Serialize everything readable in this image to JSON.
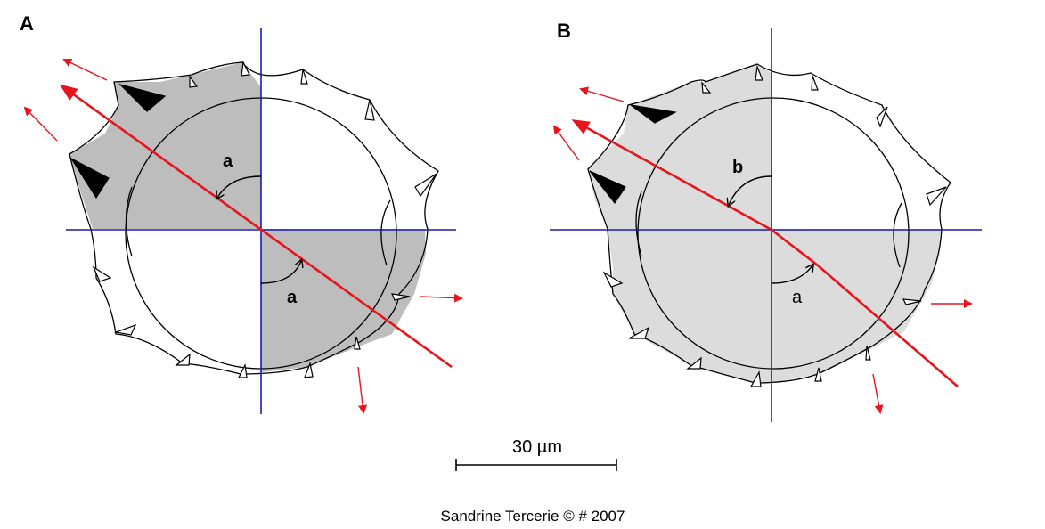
{
  "panels": [
    {
      "label": "A",
      "angle_top_label": "a",
      "angle_bottom_label": "a"
    },
    {
      "label": "B",
      "angle_top_label": "b",
      "angle_bottom_label": "a"
    }
  ],
  "scale_bar": {
    "label": "30 µm"
  },
  "credit": "Sandrine Tercerie © # 2007",
  "colors": {
    "panel_a_shading": "#bdbdbd",
    "panel_b_shading": "#dcdcdc",
    "axes": "#1a1ab4",
    "rays": "#e8141c",
    "outline": "#000000"
  },
  "icons": [
    "red-arrow",
    "angle-arc-arrow",
    "spine-triangle"
  ]
}
